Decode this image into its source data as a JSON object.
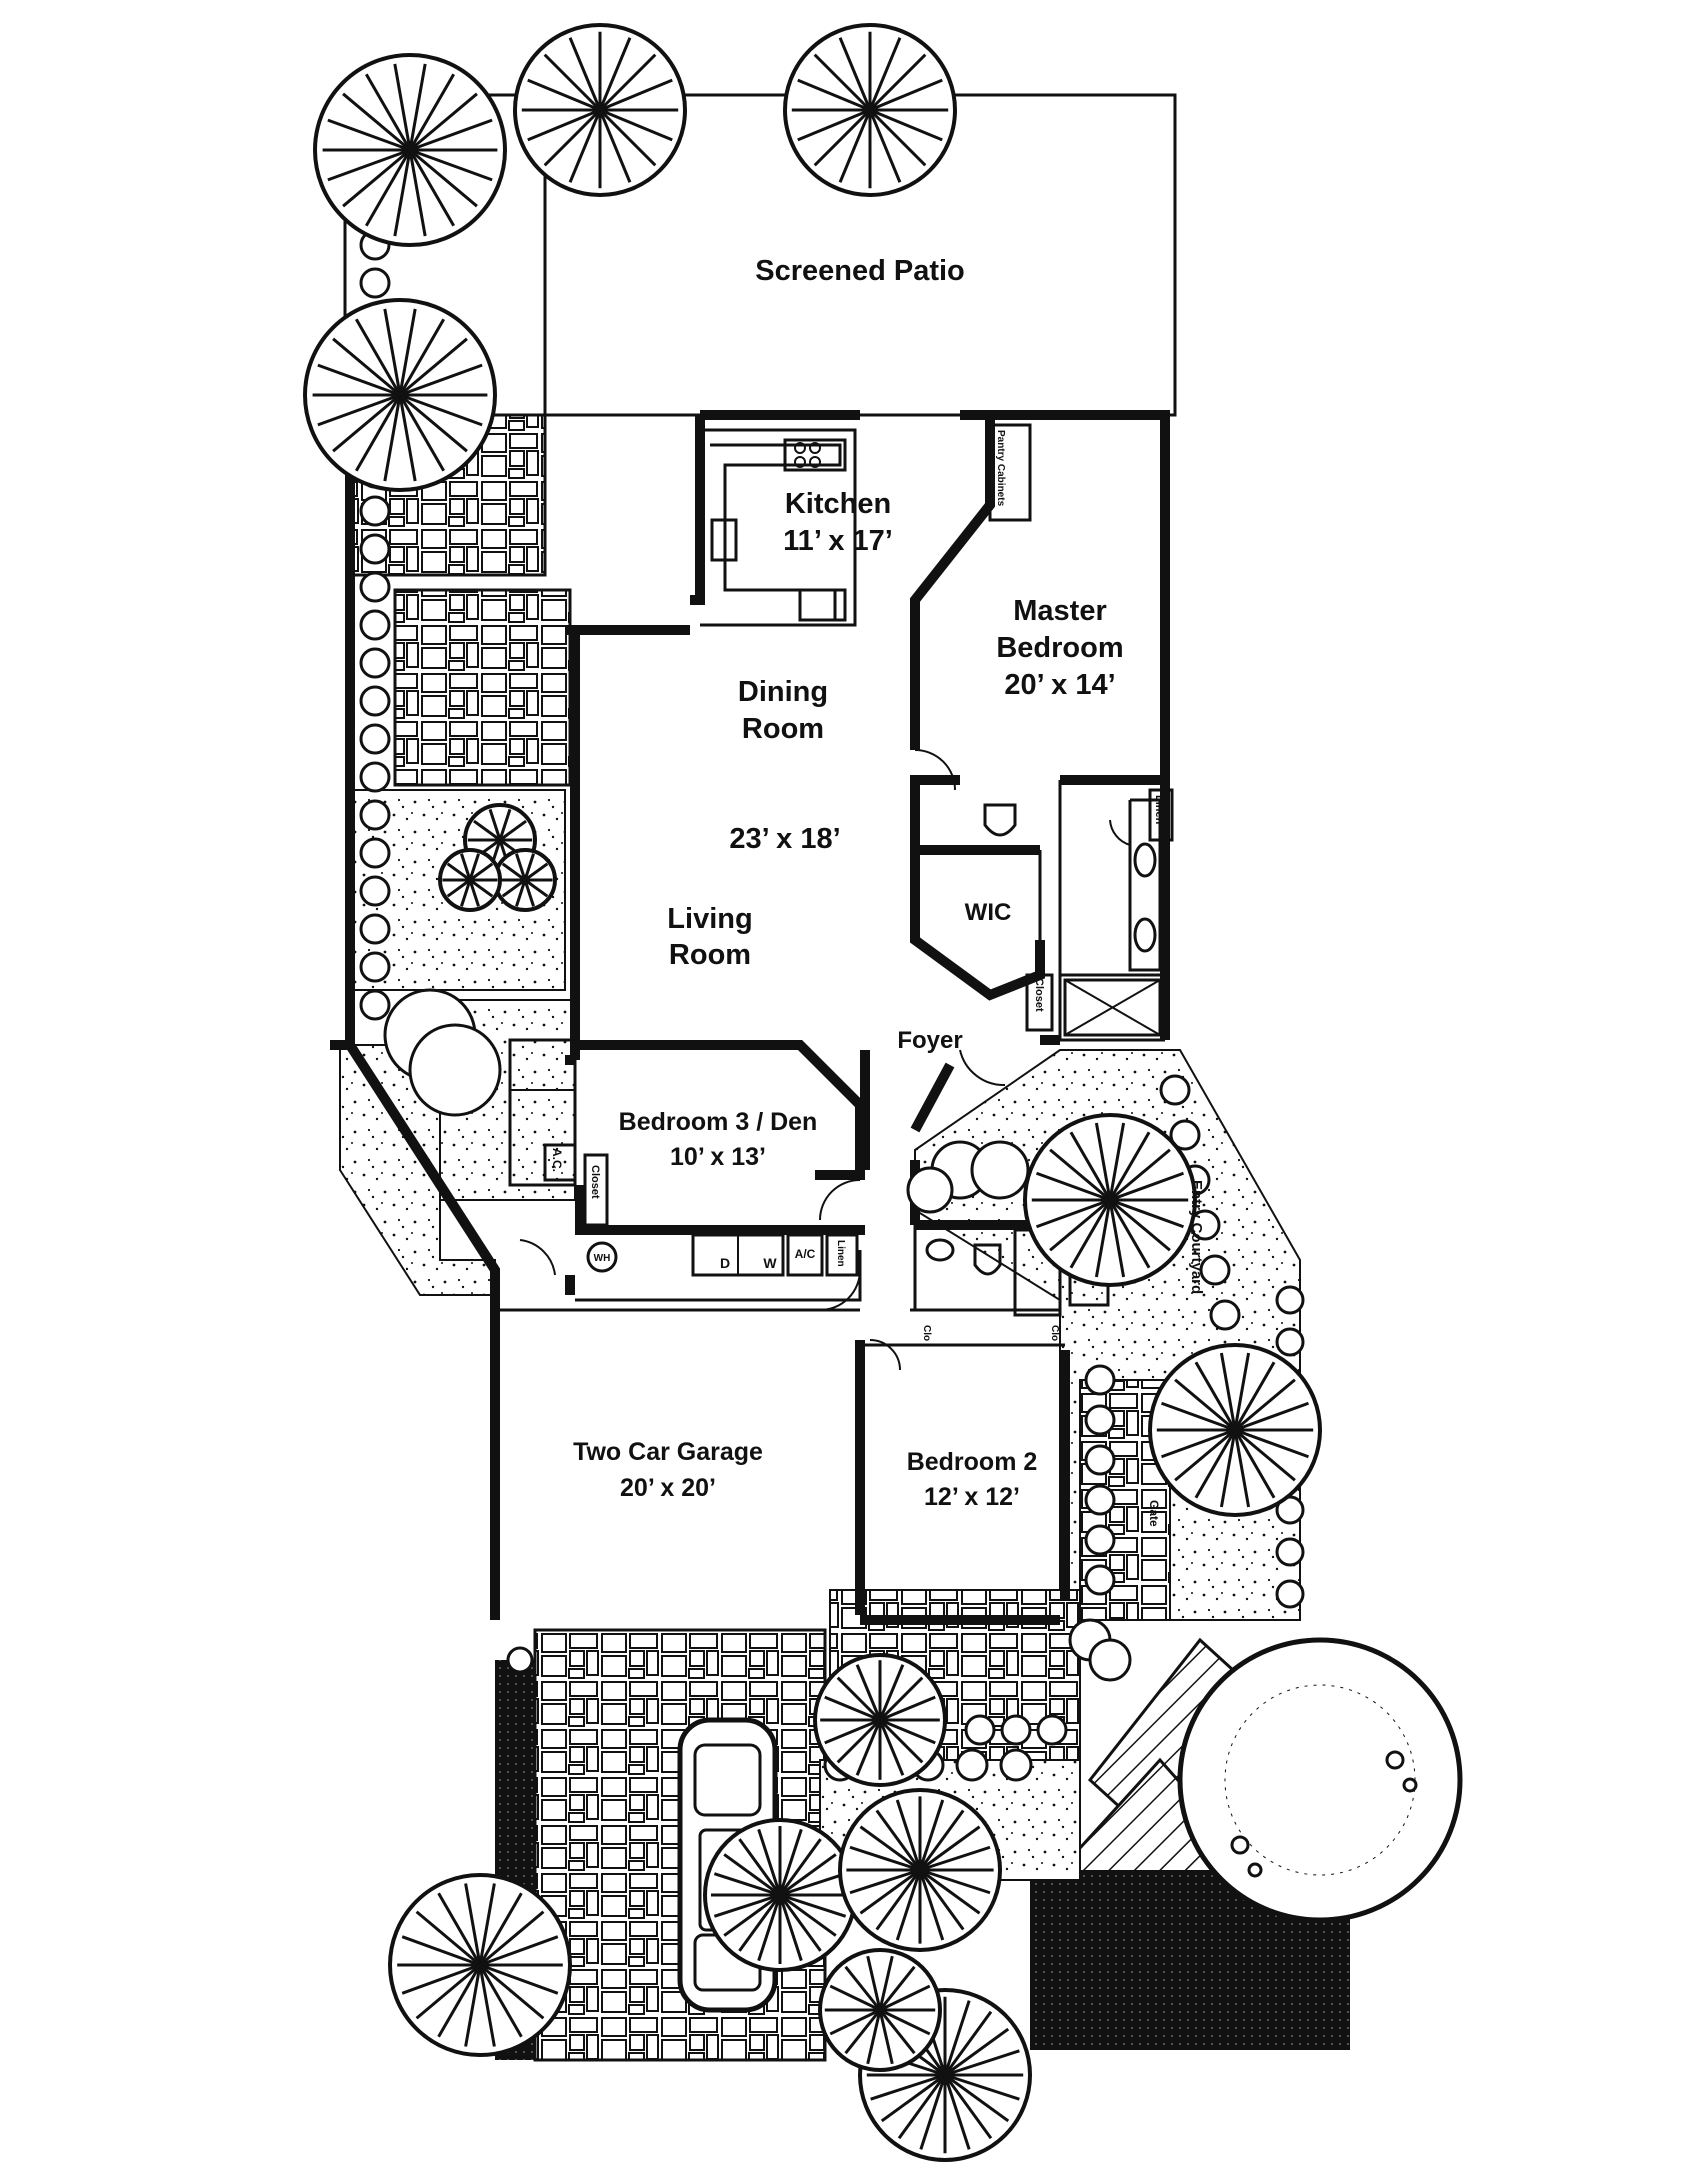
{
  "rooms": {
    "screened_patio": "Screened Patio",
    "kitchen": "Kitchen",
    "kitchen_dim": "11’ x 17’",
    "master_bedroom_l1": "Master",
    "master_bedroom_l2": "Bedroom",
    "master_bedroom_dim": "20’ x 14’",
    "dining_l1": "Dining",
    "dining_l2": "Room",
    "great_room_dim": "23’ x 18’",
    "living_l1": "Living",
    "living_l2": "Room",
    "wic": "WIC",
    "foyer": "Foyer",
    "bedroom3": "Bedroom 3 / Den",
    "bedroom3_dim": "10’ x 13’",
    "garage": "Two Car Garage",
    "garage_dim": "20’ x 20’",
    "bedroom2": "Bedroom 2",
    "bedroom2_dim": "12’ x 12’"
  },
  "fixtures": {
    "pantry": "Pantry Cabinets",
    "linen_master": "Linen",
    "closet_master": "Closet",
    "ac_unit": "A.C.",
    "closet_den": "Closet",
    "water_heater": "WH",
    "dryer": "D",
    "washer": "W",
    "ac_closet": "A/C",
    "linen_hall": "Linen",
    "closet_b2_left": "Clo",
    "closet_b2_right": "Clo"
  },
  "landscape": {
    "entry_courtyard": "Entry Courtyard",
    "gate": "Gate"
  }
}
